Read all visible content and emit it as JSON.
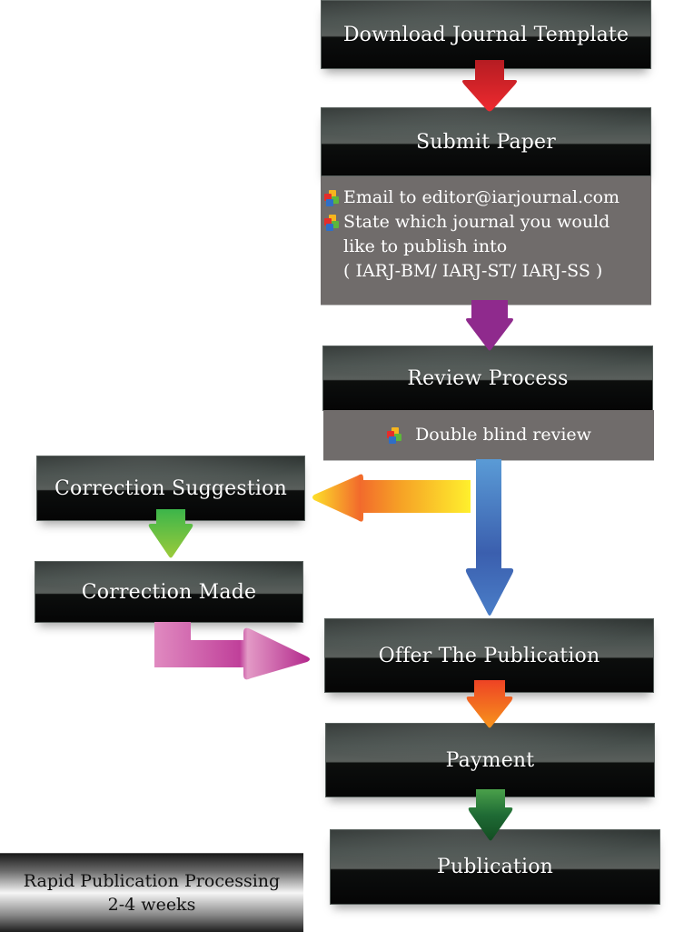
{
  "steps": {
    "download_template": "Download Journal Template",
    "submit_paper": "Submit Paper",
    "review_process": "Review Process",
    "correction_suggestion": "Correction Suggestion",
    "correction_made": "Correction Made",
    "offer_publication": "Offer The Publication",
    "payment": "Payment",
    "publication": "Publication"
  },
  "submit_details": {
    "items": [
      "Email to editor@iarjournal.com",
      "State which journal you would"
    ],
    "continuation": [
      "like to publish into",
      "( IARJ-BM/ IARJ-ST/ IARJ-SS )"
    ]
  },
  "review_details": {
    "item": "Double blind review"
  },
  "rapid_note": {
    "line1": "Rapid Publication Processing",
    "line2": "2-4 weeks"
  },
  "arrow_colors": {
    "download_to_submit": "#e4222a",
    "submit_to_review": "#8e2a8c",
    "review_to_correction": "#f7a21b",
    "review_to_offer": "#3c64b0",
    "suggestion_to_made": "#8dc63f",
    "made_to_offer": "#c94a9f",
    "offer_to_payment": "#f15a24",
    "payment_to_publication": "#1f6b35"
  }
}
